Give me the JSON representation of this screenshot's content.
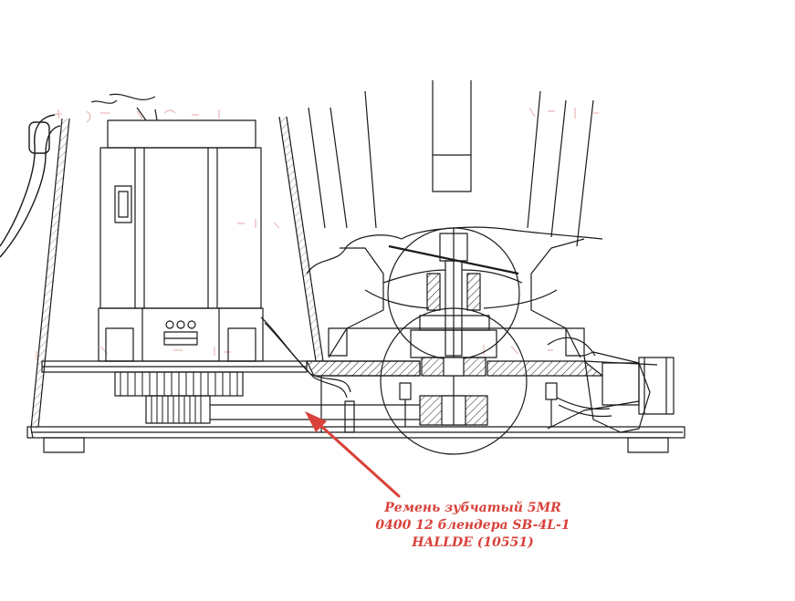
{
  "callout": {
    "lines": [
      "Ремень зубчатый 5MR",
      "0400 12 блендера SB-4L-1",
      "HALLDE (10551)"
    ],
    "color": "#d9413a"
  },
  "colors": {
    "line": "#1a1a1a",
    "arrow": "#d9413a",
    "watermark": "#e9b8b8"
  }
}
